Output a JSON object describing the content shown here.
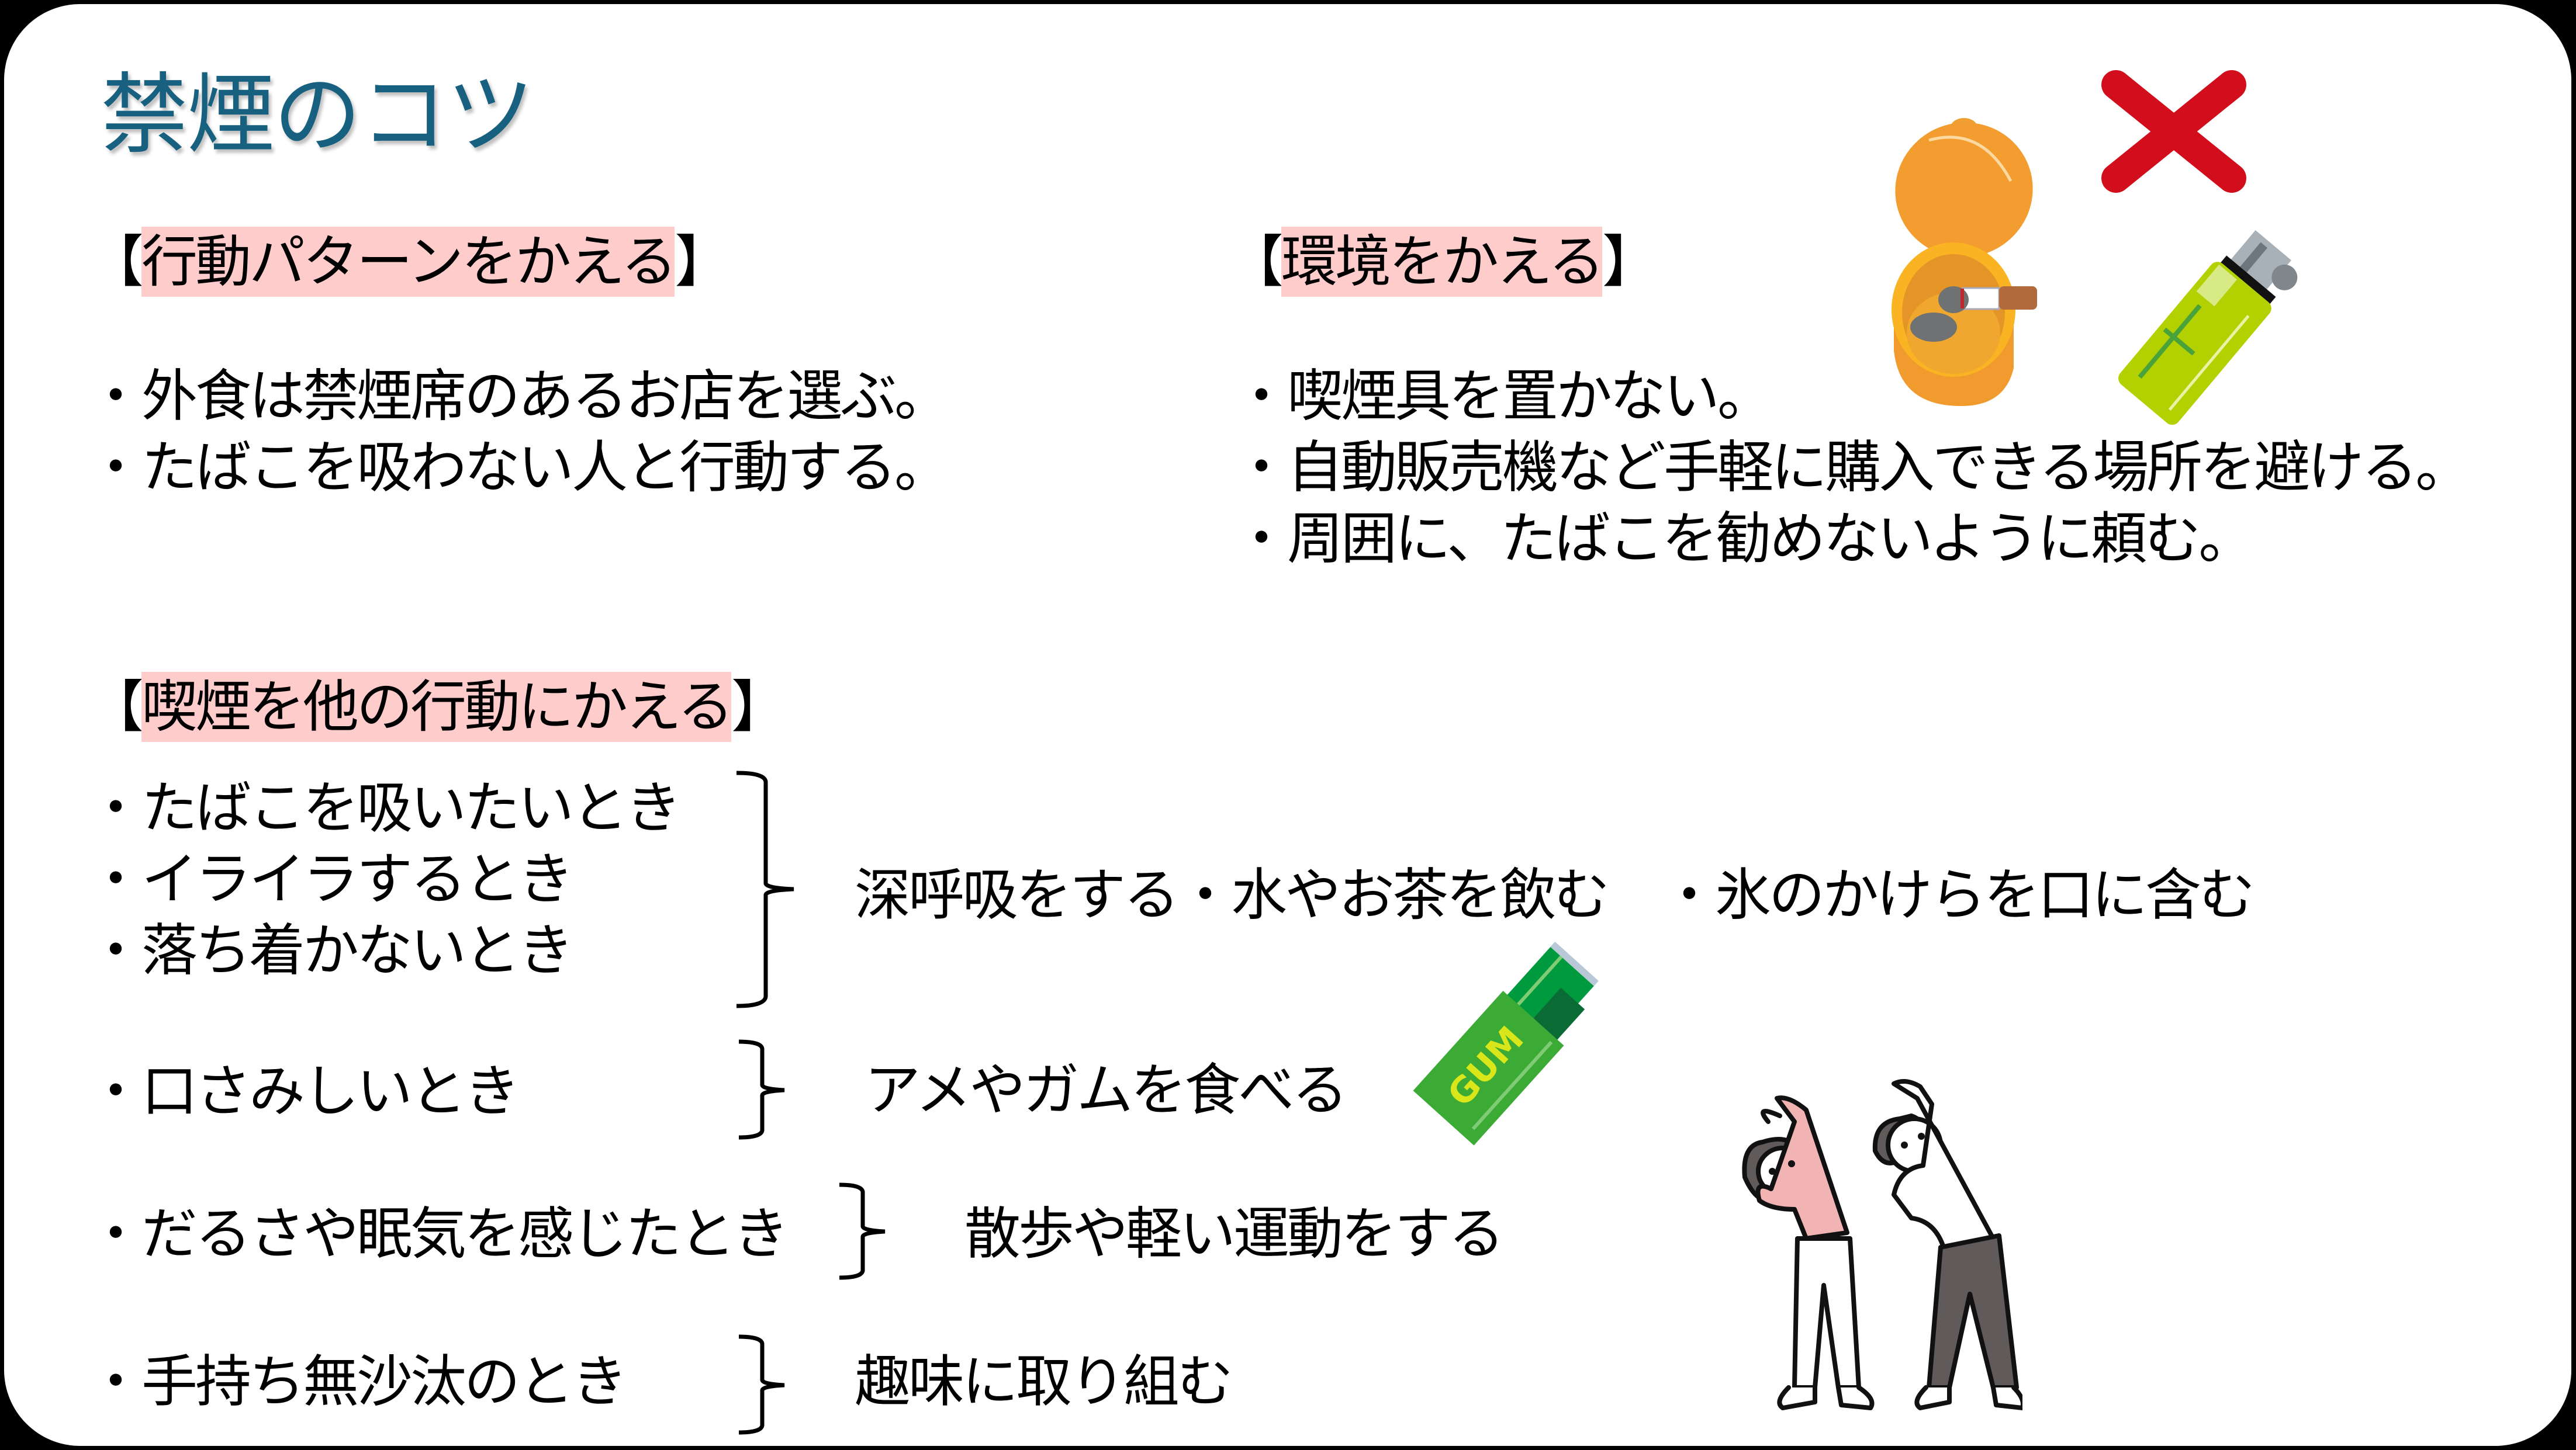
{
  "slide": {
    "title": "禁煙のコツ",
    "colors": {
      "title": "#17607f",
      "highlight": "#ffcccc",
      "frame": "#000000",
      "background": "#ffffff"
    }
  },
  "sections": {
    "behavior": {
      "open": "【",
      "heading": "行動パターンをかえる",
      "close": "】",
      "items": [
        "・外食は禁煙席のあるお店を選ぶ。",
        "・たばこを吸わない人と行動する。"
      ]
    },
    "environment": {
      "open": "【",
      "heading": "環境をかえる",
      "close": "】",
      "items": [
        "・喫煙具を置かない。",
        "・自動販売機など手軽に購入できる場所を避ける。",
        "・周囲に、たばこを勧めないように頼む。"
      ]
    },
    "substitute": {
      "open": "【",
      "heading": "喫煙を他の行動にかえる",
      "close": "】",
      "groups": [
        {
          "triggers": [
            "・たばこを吸いたいとき",
            "・イライラするとき",
            "・落ち着かないとき"
          ],
          "action": "深呼吸をする・水やお茶を飲む　・氷のかけらを口に含む"
        },
        {
          "triggers": [
            "・口さみしいとき"
          ],
          "action": "アメやガムを食べる"
        },
        {
          "triggers": [
            "・だるさや眠気を感じたとき"
          ],
          "action": "散歩や軽い運動をする"
        },
        {
          "triggers": [
            "・手持ち無沙汰のとき"
          ],
          "action": "趣味に取り組む"
        }
      ]
    }
  },
  "illustrations": {
    "ashtray_lighter": "ashtray-and-lighter-icon",
    "prohibited_mark": "red-x-icon",
    "gum": {
      "label": "GUM"
    },
    "stretching_people": "stretching-couple-icon"
  }
}
